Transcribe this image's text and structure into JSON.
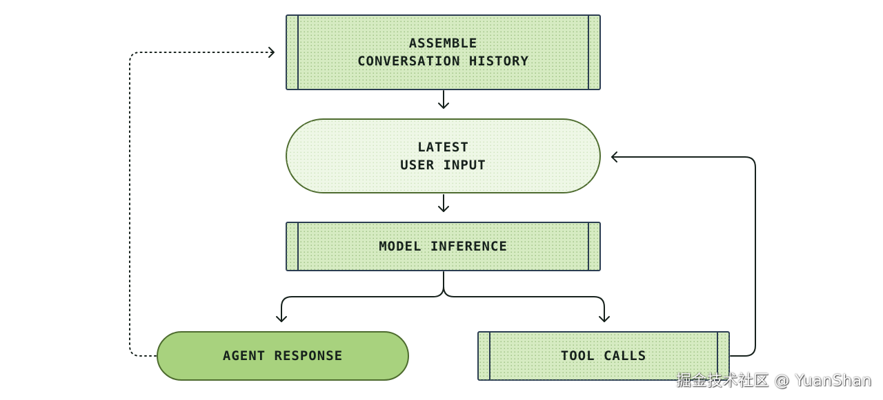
{
  "nodes": {
    "assemble": {
      "line1": "ASSEMBLE",
      "line2": "CONVERSATION HISTORY"
    },
    "latest": {
      "line1": "LATEST",
      "line2": "USER INPUT"
    },
    "inference": {
      "label": "MODEL INFERENCE"
    },
    "agent_response": {
      "label": "AGENT RESPONSE"
    },
    "tool_calls": {
      "label": "TOOL CALLS"
    }
  },
  "watermark": "掘金技术社区 @ YuanShan",
  "colors": {
    "box_fill": "#d6ebc2",
    "box_stroke": "#2b3d52",
    "pill_fill": "#eef7e6",
    "pill_stroke": "#4d6b2e",
    "solid_fill": "#a8d27e",
    "arrow": "#16211c"
  }
}
